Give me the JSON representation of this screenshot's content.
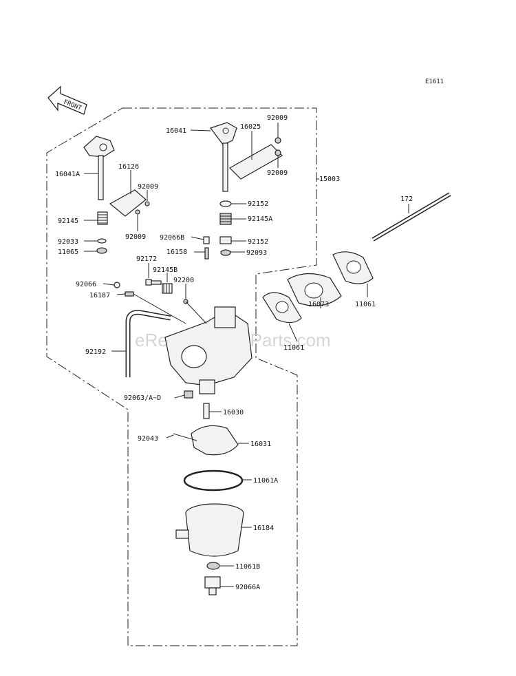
{
  "diagram_code": "E1611",
  "front_label": "FRONT",
  "watermark": "eReplacementParts.com",
  "parts": {
    "p15003": "15003",
    "p16041": "16041",
    "p16025": "16025",
    "p92009a": "92009",
    "p92009b": "92009",
    "p16041A": "16041A",
    "p16126": "16126",
    "p92009c": "92009",
    "p92009d": "92009",
    "p92145": "92145",
    "p92152a": "92152",
    "p92145A": "92145A",
    "p92066B": "92066B",
    "p92152b": "92152",
    "p92033": "92033",
    "p11065": "11065",
    "p16158": "16158",
    "p92093": "92093",
    "p92172": "92172",
    "p92145B": "92145B",
    "p92200": "92200",
    "p92066": "92066",
    "p16187": "16187",
    "p172": "172",
    "p11061a": "11061",
    "p16073": "16073",
    "p11061b": "11061",
    "p92192": "92192",
    "p92063": "92063/A~D",
    "p16030": "16030",
    "p92043": "92043",
    "p16031": "16031",
    "p11061A": "11061A",
    "p16184": "16184",
    "p11061B": "11061B",
    "p92066A": "92066A"
  }
}
